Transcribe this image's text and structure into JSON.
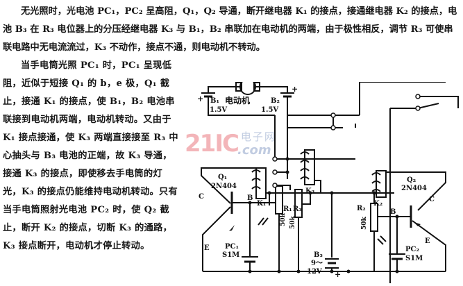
{
  "paragraphs": [
    {
      "id": "intro",
      "text": "无光照时，光电池 PC₁，PC₂ 呈高阻，Q₁，Q₂ 导通，断开继电器 K₁ 的接点，接通继电器 K₂ 的接点，电池 B₃ 在 R₃ 电位器上的分压经继电器 K₃ 与 B₁，B₂ 串联加在电动机的两端，由于极性相反，调节 R₃ 可使串联电路中无电流流过，K₃ 不动作，接点不通，则电动机不转动。"
    },
    {
      "id": "operation",
      "text": "当手电筒光照 PC₁ 时，PC₁ 呈现低阻，近似于短接 Q₁ 的 b，e 极，Q₁ 截止，接通 K₁ 的接点，使 B₁，B₂ 电池串联接到电动机两端，电动机转动。又由于 K₁ 接点接通，使 K₃ 两端直接接至 R₃ 中心抽头与 B₃ 电池的正端，故 K₃ 导通，接通 K₃ 的接点，即使移去手电筒的灯光，K₃ 的接点仍能维持电动机转动。只有当手电筒照射光电池 PC₂ 时，使 Q₂ 截止，断开 K₂ 的接点，切断 K₃ 的通路，K₃ 接点断开，电动机才停止转动。"
    }
  ],
  "diagram": {
    "motor_label": "电动机",
    "b1": {
      "name": "B₁",
      "value": "1.5V",
      "polarity": "+"
    },
    "b2": {
      "name": "B₂",
      "value": "1.5V",
      "polarity": "+"
    },
    "b3": {
      "name": "B₃",
      "value_line1": "9～",
      "value_line2": "12V",
      "polarity": "+"
    },
    "q1": {
      "name": "Q₁",
      "part": "2N404",
      "c": "C",
      "b": "B",
      "e": "E"
    },
    "q2": {
      "name": "Q₂",
      "part": "2N404",
      "c": "C",
      "b": "B",
      "e": "E"
    },
    "k1": "K₁",
    "k2": "K₂",
    "k3": "K₃",
    "r1": {
      "name": "R₁",
      "value": "50k"
    },
    "r2": {
      "name": "R₂",
      "value": "50k"
    },
    "r3": {
      "name": "R₃",
      "value": "50k"
    },
    "pc1": {
      "name": "PC₁",
      "value": "S1M"
    },
    "pc2": {
      "name": "PC₂",
      "value": "S1M"
    }
  },
  "watermark": {
    "main": "21IC",
    "cn": "电子网",
    "com": ".com"
  }
}
